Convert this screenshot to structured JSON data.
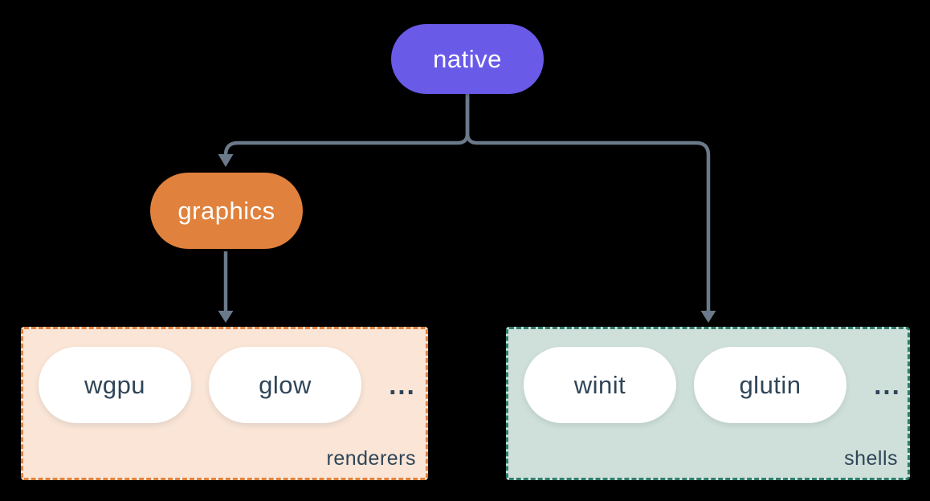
{
  "colors": {
    "background": "#000000",
    "connector": "#6b7a8a",
    "native-fill": "#6a5ae8",
    "graphics-fill": "#e0813d",
    "renderers-bg": "#fae5d6",
    "renderers-border": "#e0813d",
    "shells-bg": "#cfe0da",
    "shells-border": "#2e7d6b",
    "pill-bg": "#ffffff",
    "dark-text": "#2f4558",
    "node-text": "#ffffff"
  },
  "nodes": {
    "native": {
      "label": "native"
    },
    "graphics": {
      "label": "graphics"
    }
  },
  "groups": {
    "renderers": {
      "label": "renderers",
      "items": [
        "wgpu",
        "glow"
      ],
      "ellipsis": "..."
    },
    "shells": {
      "label": "shells",
      "items": [
        "winit",
        "glutin"
      ],
      "ellipsis": "..."
    }
  }
}
